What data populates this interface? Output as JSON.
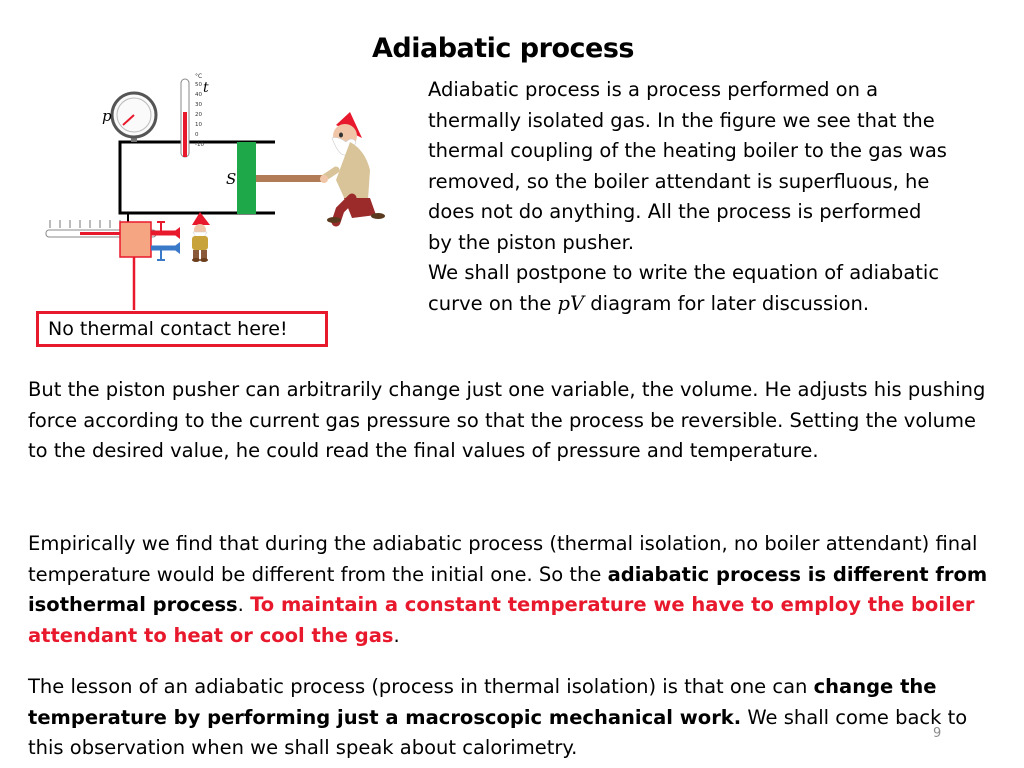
{
  "slide": {
    "title": "Adiabatic process",
    "intro": {
      "line1": "Adiabatic process is a process performed on a thermally isolated gas. In the figure we see that the thermal coupling of the heating boiler to the gas was removed, so the boiler attendant is superfluous, he does not do anything. All the process is performed by the piston pusher.",
      "line2_before": "We shall postpone to write the equation of adiabatic curve on the ",
      "line2_math": "pV",
      "line2_after": " diagram for later discussion."
    },
    "callout": "No thermal contact here!",
    "para1": "But the piston pusher can arbitrarily change just one variable, the volume. He adjusts his pushing force according to the current gas pressure so that the process be reversible. Setting the volume to the desired value, he could read the final values of pressure and temperature.",
    "para2": {
      "plain1": "Empirically we find that during the adiabatic process (thermal isolation, no boiler attendant) final temperature would be different from the initial one. So the ",
      "bold1": "adiabatic process is different from isothermal process",
      "plain2": ". ",
      "red": "To maintain  a constant temperature we have to employ the boiler attendant to heat or cool the gas",
      "plain3": "."
    },
    "para3": {
      "plain1": "The lesson of an adiabatic process (process in thermal isolation) is that one can ",
      "bold1": "change the temperature by performing just a macroscopic mechanical work.",
      "plain2": " We shall come back to this observation when we shall speak about calorimetry."
    },
    "page_number": "9"
  },
  "diagram": {
    "label_p": "p",
    "label_t": "t",
    "label_s": "S",
    "thermometer_unit": "°C",
    "thermometer_ticks": [
      "50",
      "40",
      "30",
      "20",
      "10",
      "0",
      "-10"
    ],
    "colors": {
      "accent_red": "#e8192c",
      "piston_green": "#1fa84a",
      "heater_orange": "#f6a582",
      "valve_blue": "#3a78c8",
      "rod_brown": "#b07b55"
    }
  }
}
